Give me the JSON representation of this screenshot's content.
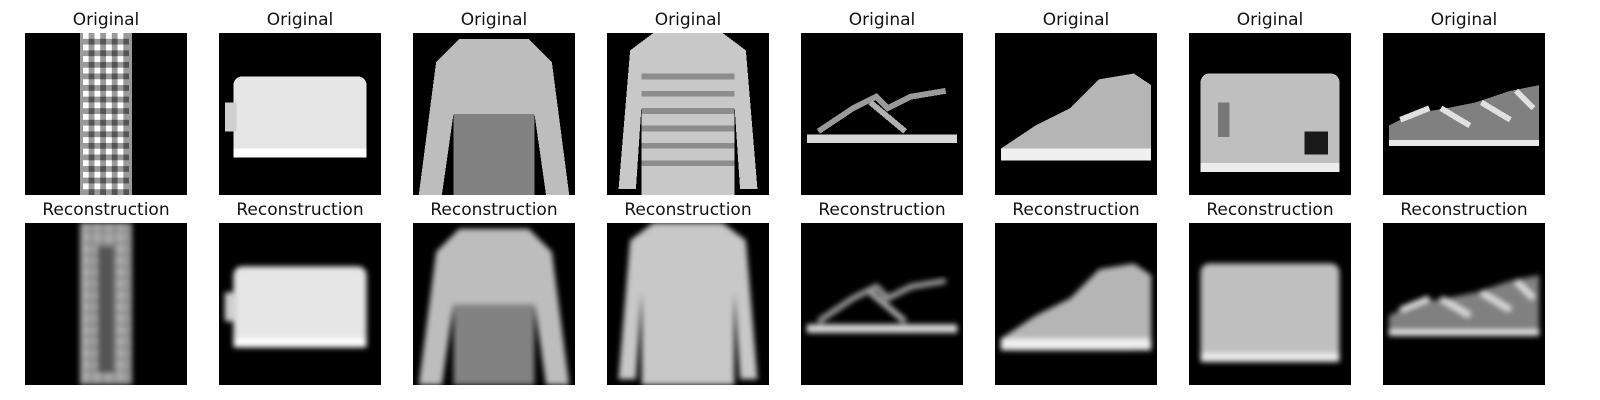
{
  "rows": [
    {
      "label": "Original",
      "items": [
        {
          "name": "dress-original-image",
          "kind": "dress",
          "sharp": true
        },
        {
          "name": "bag-original-image",
          "kind": "bag",
          "sharp": true
        },
        {
          "name": "pullover-original-image",
          "kind": "pullover",
          "sharp": true
        },
        {
          "name": "striped-shirt-original-image",
          "kind": "striped-shirt",
          "sharp": true
        },
        {
          "name": "sandal-original-image",
          "kind": "sandal",
          "sharp": true
        },
        {
          "name": "sneaker-original-image",
          "kind": "sneaker",
          "sharp": true
        },
        {
          "name": "bag-with-pocket-original-image",
          "kind": "bag-pocket",
          "sharp": true
        },
        {
          "name": "strappy-sandal-original-image",
          "kind": "strappy-sandal",
          "sharp": true
        }
      ]
    },
    {
      "label": "Reconstruction",
      "items": [
        {
          "name": "dress-reconstruction-image",
          "kind": "dress",
          "sharp": false
        },
        {
          "name": "bag-reconstruction-image",
          "kind": "bag",
          "sharp": false
        },
        {
          "name": "pullover-reconstruction-image",
          "kind": "pullover",
          "sharp": false
        },
        {
          "name": "striped-shirt-reconstruction-image",
          "kind": "striped-shirt",
          "sharp": false
        },
        {
          "name": "sandal-reconstruction-image",
          "kind": "sandal",
          "sharp": false
        },
        {
          "name": "sneaker-reconstruction-image",
          "kind": "sneaker",
          "sharp": false
        },
        {
          "name": "bag-with-pocket-reconstruction-image",
          "kind": "bag-pocket",
          "sharp": false
        },
        {
          "name": "strappy-sandal-reconstruction-image",
          "kind": "strappy-sandal",
          "sharp": false
        }
      ]
    }
  ]
}
